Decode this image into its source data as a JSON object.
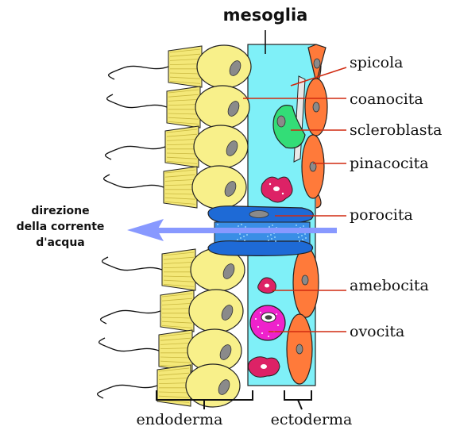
{
  "title": "mesoglia",
  "flow_label": [
    "direzione",
    "della corrente",
    "d'acqua"
  ],
  "labels": {
    "spicola": "spicola",
    "coanocita": "coanocita",
    "scleroblasta": "scleroblasta",
    "pinacocita": "pinacocita",
    "porocita": "porocita",
    "amebocita": "amebocita",
    "ovocita": "ovocita"
  },
  "layers": {
    "endoderma": "endoderma",
    "ectoderma": "ectoderma"
  },
  "colors": {
    "mesoglia": "#7ff0f8",
    "choanocyte": "#f8f08a",
    "collar": "#f4e878",
    "nucleus": "#8a8a8a",
    "pinacocyte": "#ff7a3a",
    "porocyte": "#1e6ad6",
    "scleroblast": "#33dd77",
    "amebocyte": "#dd2266",
    "oocyte": "#ee22cc",
    "arrow": "#8899ff",
    "pointer": "#d02a10"
  }
}
